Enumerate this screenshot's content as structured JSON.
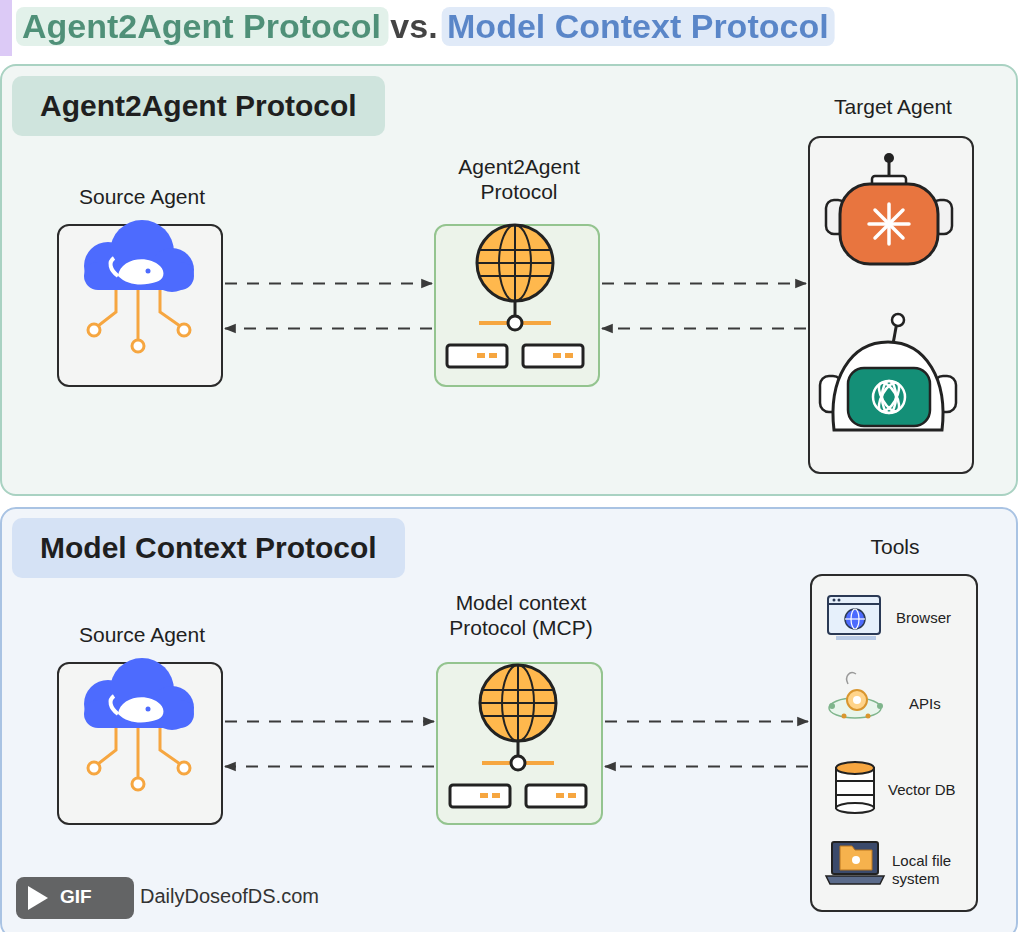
{
  "diagram": {
    "title": "Agent2Agent Protocol vs. Model Context Protocol",
    "nodes": [
      {
        "text": [
          "Agent2Agent Protocol"
        ]
      },
      {
        "text": [
          "Source Agent"
        ],
        "in": 0
      },
      {
        "text": [
          "Agent2Agent Protocol"
        ],
        "in": 0
      },
      {
        "text": [
          "Target Agent"
        ],
        "in": 0
      },
      {
        "text": [
          "Model Context Protocol"
        ]
      },
      {
        "text": [
          "Source Agent"
        ],
        "in": 4
      },
      {
        "text": [
          "Model context Protocol (MCP)"
        ],
        "in": 4
      },
      {
        "text": [
          "Tools",
          "Browser",
          "APIs",
          "Vector DB",
          "Local file system"
        ],
        "in": 4
      }
    ],
    "edges": [
      {
        "from": 1,
        "to": 2,
        "arrow": "to"
      },
      {
        "from": 2,
        "to": 1,
        "arrow": "to"
      },
      {
        "from": 2,
        "to": 3,
        "arrow": "to"
      },
      {
        "from": 3,
        "to": 2,
        "arrow": "to"
      },
      {
        "from": 5,
        "to": 6,
        "arrow": "to"
      },
      {
        "from": 6,
        "to": 5,
        "arrow": "to"
      },
      {
        "from": 6,
        "to": 7,
        "arrow": "to"
      },
      {
        "from": 7,
        "to": 6,
        "arrow": "to"
      }
    ],
    "labels": [
      "GIF",
      "DailyDoseofDS.com"
    ]
  }
}
